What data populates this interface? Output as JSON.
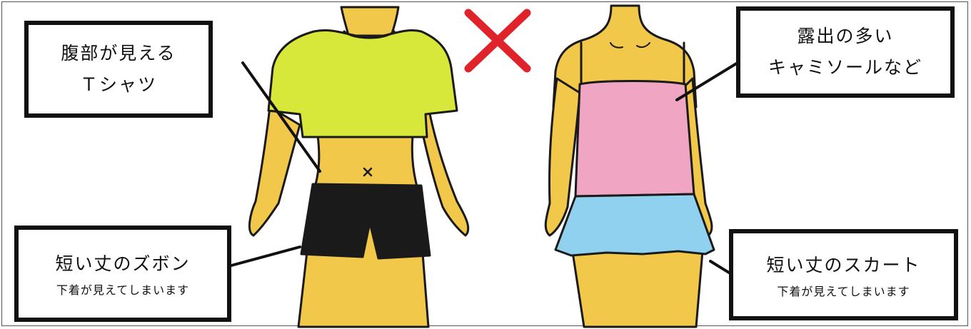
{
  "callouts": {
    "top_left": {
      "line1": "腹部が見える",
      "line2": "Ｔシャツ"
    },
    "top_right": {
      "line1": "露出の多い",
      "line2": "キャミソールなど"
    },
    "bottom_left": {
      "main": "短い丈のズボン",
      "sub": "下着が見えてしまいます"
    },
    "bottom_right": {
      "main": "短い丈のスカート",
      "sub": "下着が見えてしまいます"
    }
  },
  "icons": {
    "cross_mark": "red-x-icon"
  },
  "colors": {
    "skin": "#f2c84b",
    "tshirt": "#d7e83a",
    "shorts": "#1a1a1a",
    "camisole": "#f0a6c2",
    "skirt": "#8fd1ee",
    "cross": "#e0232b"
  }
}
